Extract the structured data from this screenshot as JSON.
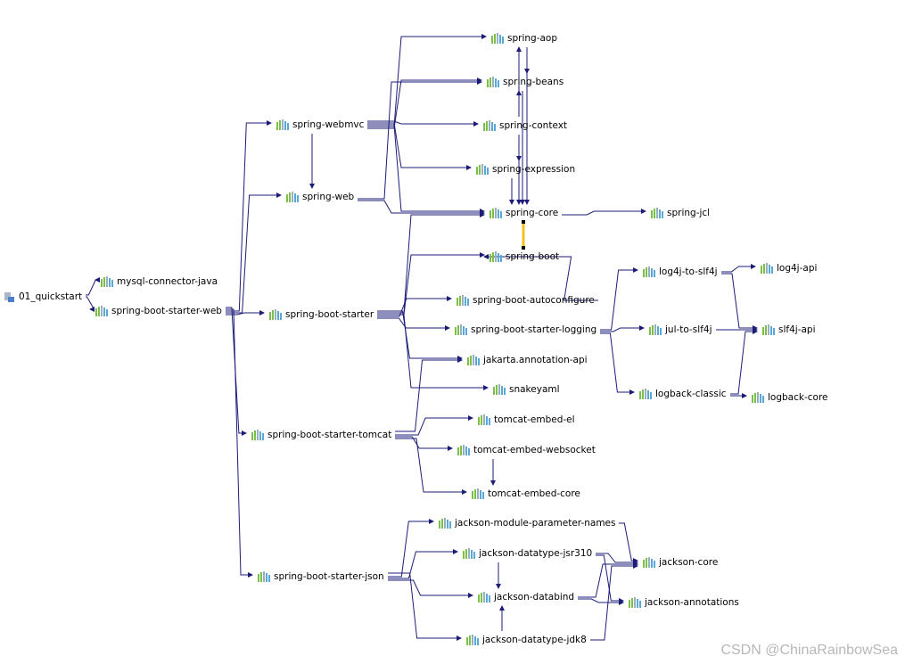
{
  "colors": {
    "edge": "#1c1c78",
    "selected_edge": "#f0c020",
    "jar_green": "#7cc04a",
    "jar_blue": "#5aa8d8",
    "jar_grey": "#9ab0c0"
  },
  "root": {
    "id": "n0",
    "label": "01_quickstart",
    "icon": "project-icon"
  },
  "nodes": [
    {
      "id": "n1",
      "label": "mysql-connector-java",
      "icon": "jar-icon"
    },
    {
      "id": "n2",
      "label": "spring-boot-starter-web",
      "icon": "jar-icon"
    },
    {
      "id": "n3",
      "label": "spring-webmvc",
      "icon": "jar-icon"
    },
    {
      "id": "n4",
      "label": "spring-web",
      "icon": "jar-icon"
    },
    {
      "id": "n5",
      "label": "spring-boot-starter",
      "icon": "jar-icon"
    },
    {
      "id": "n6",
      "label": "spring-boot-starter-tomcat",
      "icon": "jar-icon"
    },
    {
      "id": "n7",
      "label": "spring-boot-starter-json",
      "icon": "jar-icon"
    },
    {
      "id": "n8",
      "label": "spring-aop",
      "icon": "jar-icon"
    },
    {
      "id": "n9",
      "label": "spring-beans",
      "icon": "jar-icon"
    },
    {
      "id": "n10",
      "label": "spring-context",
      "icon": "jar-icon"
    },
    {
      "id": "n11",
      "label": "spring-expression",
      "icon": "jar-icon"
    },
    {
      "id": "n12",
      "label": "spring-core",
      "icon": "jar-icon"
    },
    {
      "id": "n13",
      "label": "spring-boot",
      "icon": "jar-icon"
    },
    {
      "id": "n14",
      "label": "spring-jcl",
      "icon": "jar-icon"
    },
    {
      "id": "n15",
      "label": "spring-boot-autoconfigure",
      "icon": "jar-icon"
    },
    {
      "id": "n16",
      "label": "spring-boot-starter-logging",
      "icon": "jar-icon"
    },
    {
      "id": "n17",
      "label": "jakarta.annotation-api",
      "icon": "jar-icon"
    },
    {
      "id": "n18",
      "label": "snakeyaml",
      "icon": "jar-icon"
    },
    {
      "id": "n19",
      "label": "tomcat-embed-el",
      "icon": "jar-icon"
    },
    {
      "id": "n20",
      "label": "tomcat-embed-websocket",
      "icon": "jar-icon"
    },
    {
      "id": "n21",
      "label": "tomcat-embed-core",
      "icon": "jar-icon"
    },
    {
      "id": "n22",
      "label": "jackson-module-parameter-names",
      "icon": "jar-icon"
    },
    {
      "id": "n23",
      "label": "jackson-datatype-jsr310",
      "icon": "jar-icon"
    },
    {
      "id": "n24",
      "label": "jackson-databind",
      "icon": "jar-icon"
    },
    {
      "id": "n25",
      "label": "jackson-datatype-jdk8",
      "icon": "jar-icon"
    },
    {
      "id": "n26",
      "label": "log4j-to-slf4j",
      "icon": "jar-icon"
    },
    {
      "id": "n27",
      "label": "jul-to-slf4j",
      "icon": "jar-icon"
    },
    {
      "id": "n28",
      "label": "logback-classic",
      "icon": "jar-icon"
    },
    {
      "id": "n29",
      "label": "log4j-api",
      "icon": "jar-icon"
    },
    {
      "id": "n30",
      "label": "slf4j-api",
      "icon": "jar-icon"
    },
    {
      "id": "n31",
      "label": "logback-core",
      "icon": "jar-icon"
    },
    {
      "id": "n32",
      "label": "jackson-core",
      "icon": "jar-icon"
    },
    {
      "id": "n33",
      "label": "jackson-annotations",
      "icon": "jar-icon"
    }
  ],
  "edges": [
    [
      "n0",
      "n1"
    ],
    [
      "n0",
      "n2"
    ],
    [
      "n2",
      "n3"
    ],
    [
      "n2",
      "n4"
    ],
    [
      "n2",
      "n5"
    ],
    [
      "n2",
      "n6"
    ],
    [
      "n2",
      "n7"
    ],
    [
      "n3",
      "n4"
    ],
    [
      "n3",
      "n8"
    ],
    [
      "n3",
      "n9"
    ],
    [
      "n3",
      "n10"
    ],
    [
      "n3",
      "n11"
    ],
    [
      "n3",
      "n12"
    ],
    [
      "n4",
      "n9"
    ],
    [
      "n4",
      "n12"
    ],
    [
      "n5",
      "n13"
    ],
    [
      "n5",
      "n15"
    ],
    [
      "n5",
      "n16"
    ],
    [
      "n5",
      "n17"
    ],
    [
      "n5",
      "n12"
    ],
    [
      "n5",
      "n18"
    ],
    [
      "n8",
      "n9"
    ],
    [
      "n10",
      "n8"
    ],
    [
      "n10",
      "n9"
    ],
    [
      "n10",
      "n11"
    ],
    [
      "n10",
      "n12"
    ],
    [
      "n11",
      "n12"
    ],
    [
      "n9",
      "n12"
    ],
    [
      "n8",
      "n12"
    ],
    [
      "n12",
      "n14"
    ],
    [
      "n15",
      "n13"
    ],
    [
      "n16",
      "n26"
    ],
    [
      "n16",
      "n27"
    ],
    [
      "n16",
      "n28"
    ],
    [
      "n26",
      "n29"
    ],
    [
      "n26",
      "n30"
    ],
    [
      "n27",
      "n30"
    ],
    [
      "n28",
      "n30"
    ],
    [
      "n28",
      "n31"
    ],
    [
      "n6",
      "n19"
    ],
    [
      "n6",
      "n20"
    ],
    [
      "n6",
      "n21"
    ],
    [
      "n6",
      "n17"
    ],
    [
      "n20",
      "n21"
    ],
    [
      "n7",
      "n22"
    ],
    [
      "n7",
      "n23"
    ],
    [
      "n7",
      "n24"
    ],
    [
      "n7",
      "n25"
    ],
    [
      "n22",
      "n32"
    ],
    [
      "n23",
      "n32"
    ],
    [
      "n23",
      "n33"
    ],
    [
      "n24",
      "n32"
    ],
    [
      "n24",
      "n33"
    ],
    [
      "n25",
      "n32"
    ],
    [
      "n23",
      "n24"
    ],
    [
      "n25",
      "n24"
    ]
  ],
  "selected_edge": [
    "n13",
    "n12"
  ],
  "watermark": "CSDN @ChinaRainbowSea"
}
